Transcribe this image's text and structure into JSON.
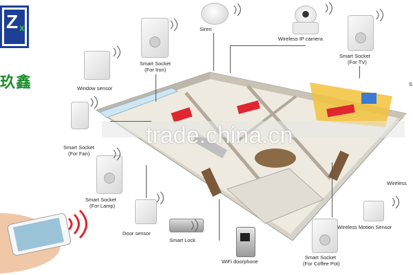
{
  "watermark": "trade.china.cn",
  "logo": {
    "letters": "Z",
    "sub": "x",
    "chinese": "玖鑫"
  },
  "labels": {
    "siren": "Siren",
    "camera": "Wireless IP camera",
    "socket_iron": [
      "Smart Socket",
      "(For Iron)"
    ],
    "socket_tv": [
      "Smart Socket",
      "(For TV)"
    ],
    "window_sensor": "Window sensor",
    "socket_fan": [
      "Smart Socket",
      "(For Fan)"
    ],
    "socket_lamp": [
      "Smart Socket",
      "(For Lamp)"
    ],
    "door_sensor": "Door sensor",
    "smart_lock": "Smart Lock",
    "doorphone": "WiFi doorphone",
    "socket_coffee": [
      "Smart Socket",
      "(For Coffee Pot)"
    ],
    "motion": "Wireless Motion Sensor",
    "right_partial_1": "S",
    "right_partial_2": "Wireless"
  },
  "colors": {
    "logo_blue": "#1d3f95",
    "logo_green": "#1a8f2a",
    "accent_red": "#e0262f",
    "floor": "#e9e4da"
  }
}
